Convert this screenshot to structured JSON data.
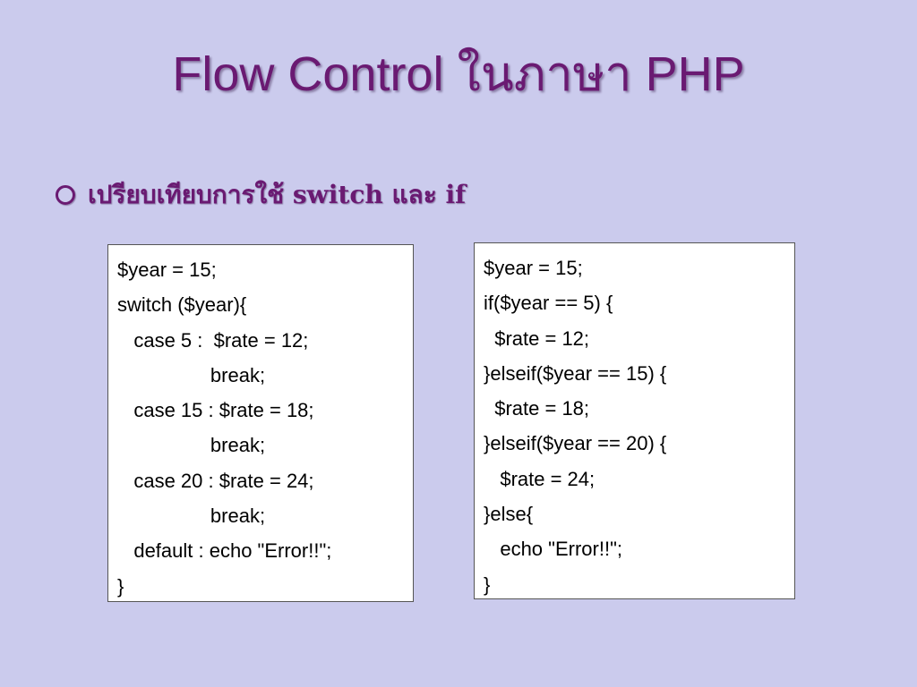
{
  "slide": {
    "title": "Flow Control ในภาษา PHP",
    "bullet": "เปรียบเทียบการใช้ switch และ if"
  },
  "switch_code": {
    "lines": [
      "$year = 15;",
      "switch ($year){",
      "   case 5 :  $rate = 12;",
      "                 break;",
      "   case 15 : $rate = 18;",
      "                 break;",
      "   case 20 : $rate = 24;",
      "                 break;",
      "   default : echo \"Error!!\";",
      "}"
    ]
  },
  "if_code": {
    "lines": [
      "$year = 15;",
      "if($year == 5) {",
      "  $rate = 12;",
      "}elseif($year == 15) {",
      "  $rate = 18;",
      "}elseif($year == 20) {",
      "   $rate = 24;",
      "}else{",
      "   echo \"Error!!\";",
      "}"
    ]
  }
}
